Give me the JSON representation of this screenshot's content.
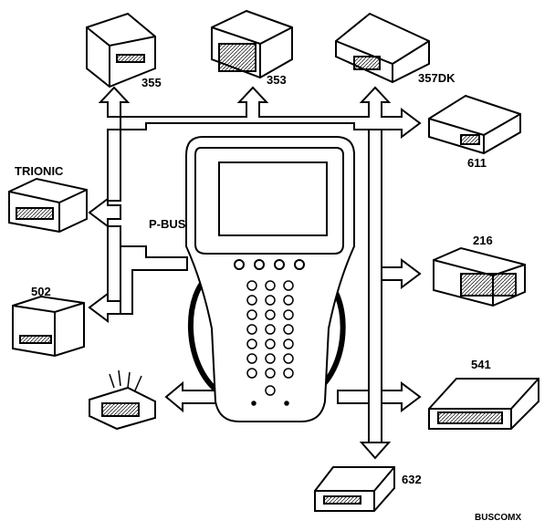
{
  "bus_label": "P-BUS",
  "figure_code": "BUSCOMX",
  "modules": [
    {
      "id": "355",
      "label": "355"
    },
    {
      "id": "353",
      "label": "353"
    },
    {
      "id": "357dk",
      "label": "357DK"
    },
    {
      "id": "611",
      "label": "611"
    },
    {
      "id": "trionic",
      "label": "TRIONIC"
    },
    {
      "id": "502",
      "label": "502"
    },
    {
      "id": "216",
      "label": "216"
    },
    {
      "id": "541",
      "label": "541"
    },
    {
      "id": "632",
      "label": "632"
    }
  ],
  "connector": {
    "icon": "obd-connector-icon"
  },
  "scan_tool": {
    "icon": "handheld-scan-tool-icon"
  }
}
